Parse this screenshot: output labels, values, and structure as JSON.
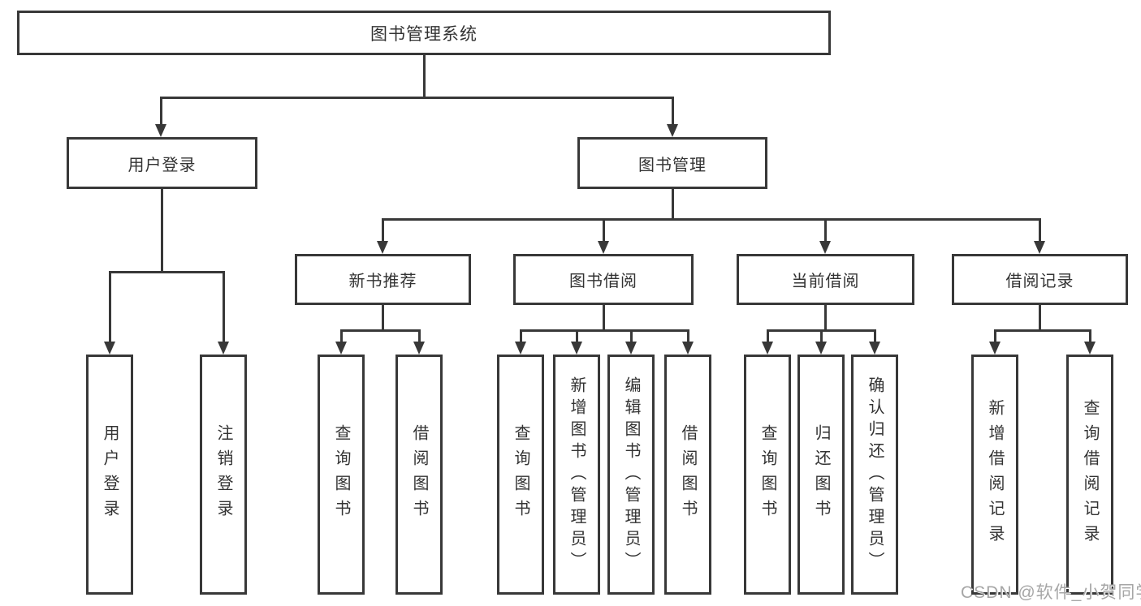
{
  "colors": {
    "line": "#383838",
    "text": "#333333",
    "bg": "#ffffff",
    "wm": "#a6a6a6"
  },
  "root": {
    "label": "图书管理系统"
  },
  "level2": {
    "user_login": {
      "label": "用户登录"
    },
    "book_management": {
      "label": "图书管理"
    }
  },
  "level3": {
    "new_book_recommend": {
      "label": "新书推荐"
    },
    "book_borrowing": {
      "label": "图书借阅"
    },
    "current_borrowing": {
      "label": "当前借阅"
    },
    "borrowing_records": {
      "label": "借阅记录"
    }
  },
  "leaves": {
    "user_login": {
      "label": "用户登录"
    },
    "logout": {
      "label": "注销登录"
    },
    "recommend_query_books": {
      "label": "查询图书"
    },
    "recommend_borrow_books": {
      "label": "借阅图书"
    },
    "borrowing_query_books": {
      "label": "查询图书"
    },
    "borrowing_add_books": {
      "label": "新增图书（管理员）"
    },
    "borrowing_edit_books": {
      "label": "编辑图书（管理员）"
    },
    "borrowing_borrow_books": {
      "label": "借阅图书"
    },
    "current_query_books": {
      "label": "查询图书"
    },
    "current_return_books": {
      "label": "归还图书"
    },
    "current_confirm_return": {
      "label": "确认归还（管理员）"
    },
    "records_add_record": {
      "label": "新增借阅记录"
    },
    "records_query_record": {
      "label": "查询借阅记录"
    }
  },
  "watermark": {
    "text": "CSDN @软件_小贺同学"
  }
}
